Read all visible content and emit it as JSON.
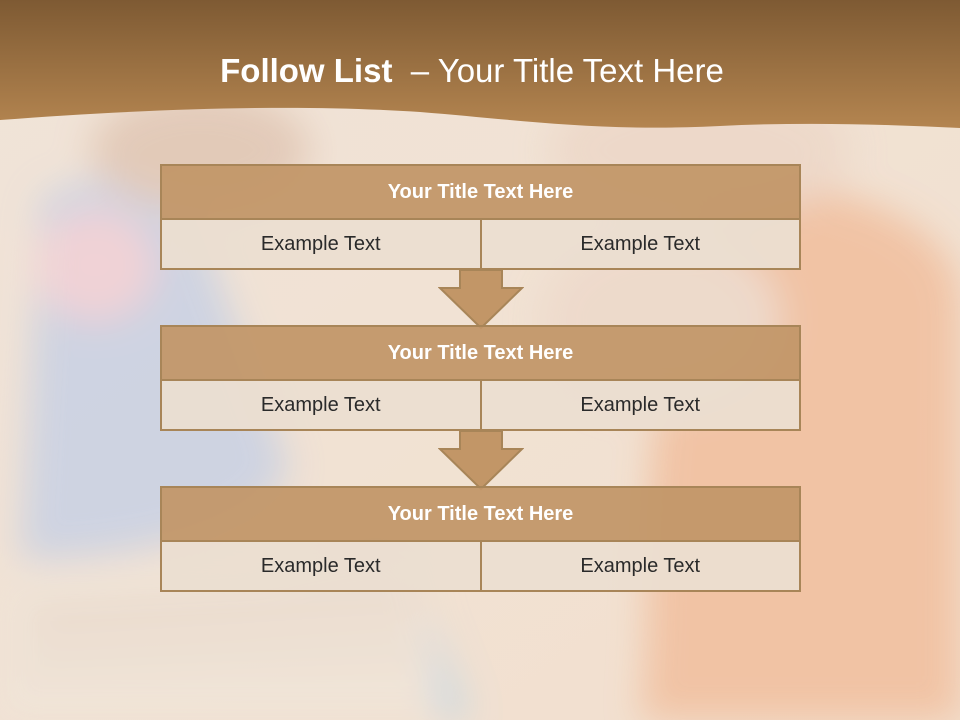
{
  "slide": {
    "title_bold": "Follow List",
    "title_rest": "  – Your Title Text Here"
  },
  "blocks": [
    {
      "title": "Your Title Text Here",
      "left": "Example Text",
      "right": "Example Text"
    },
    {
      "title": "Your Title Text Here",
      "left": "Example Text",
      "right": "Example Text"
    },
    {
      "title": "Your Title Text Here",
      "left": "Example Text",
      "right": "Example Text"
    }
  ],
  "colors": {
    "header_brown": "#a57a45",
    "block_head": "#c29667",
    "block_cell": "#ebded0",
    "border": "#a88558"
  }
}
